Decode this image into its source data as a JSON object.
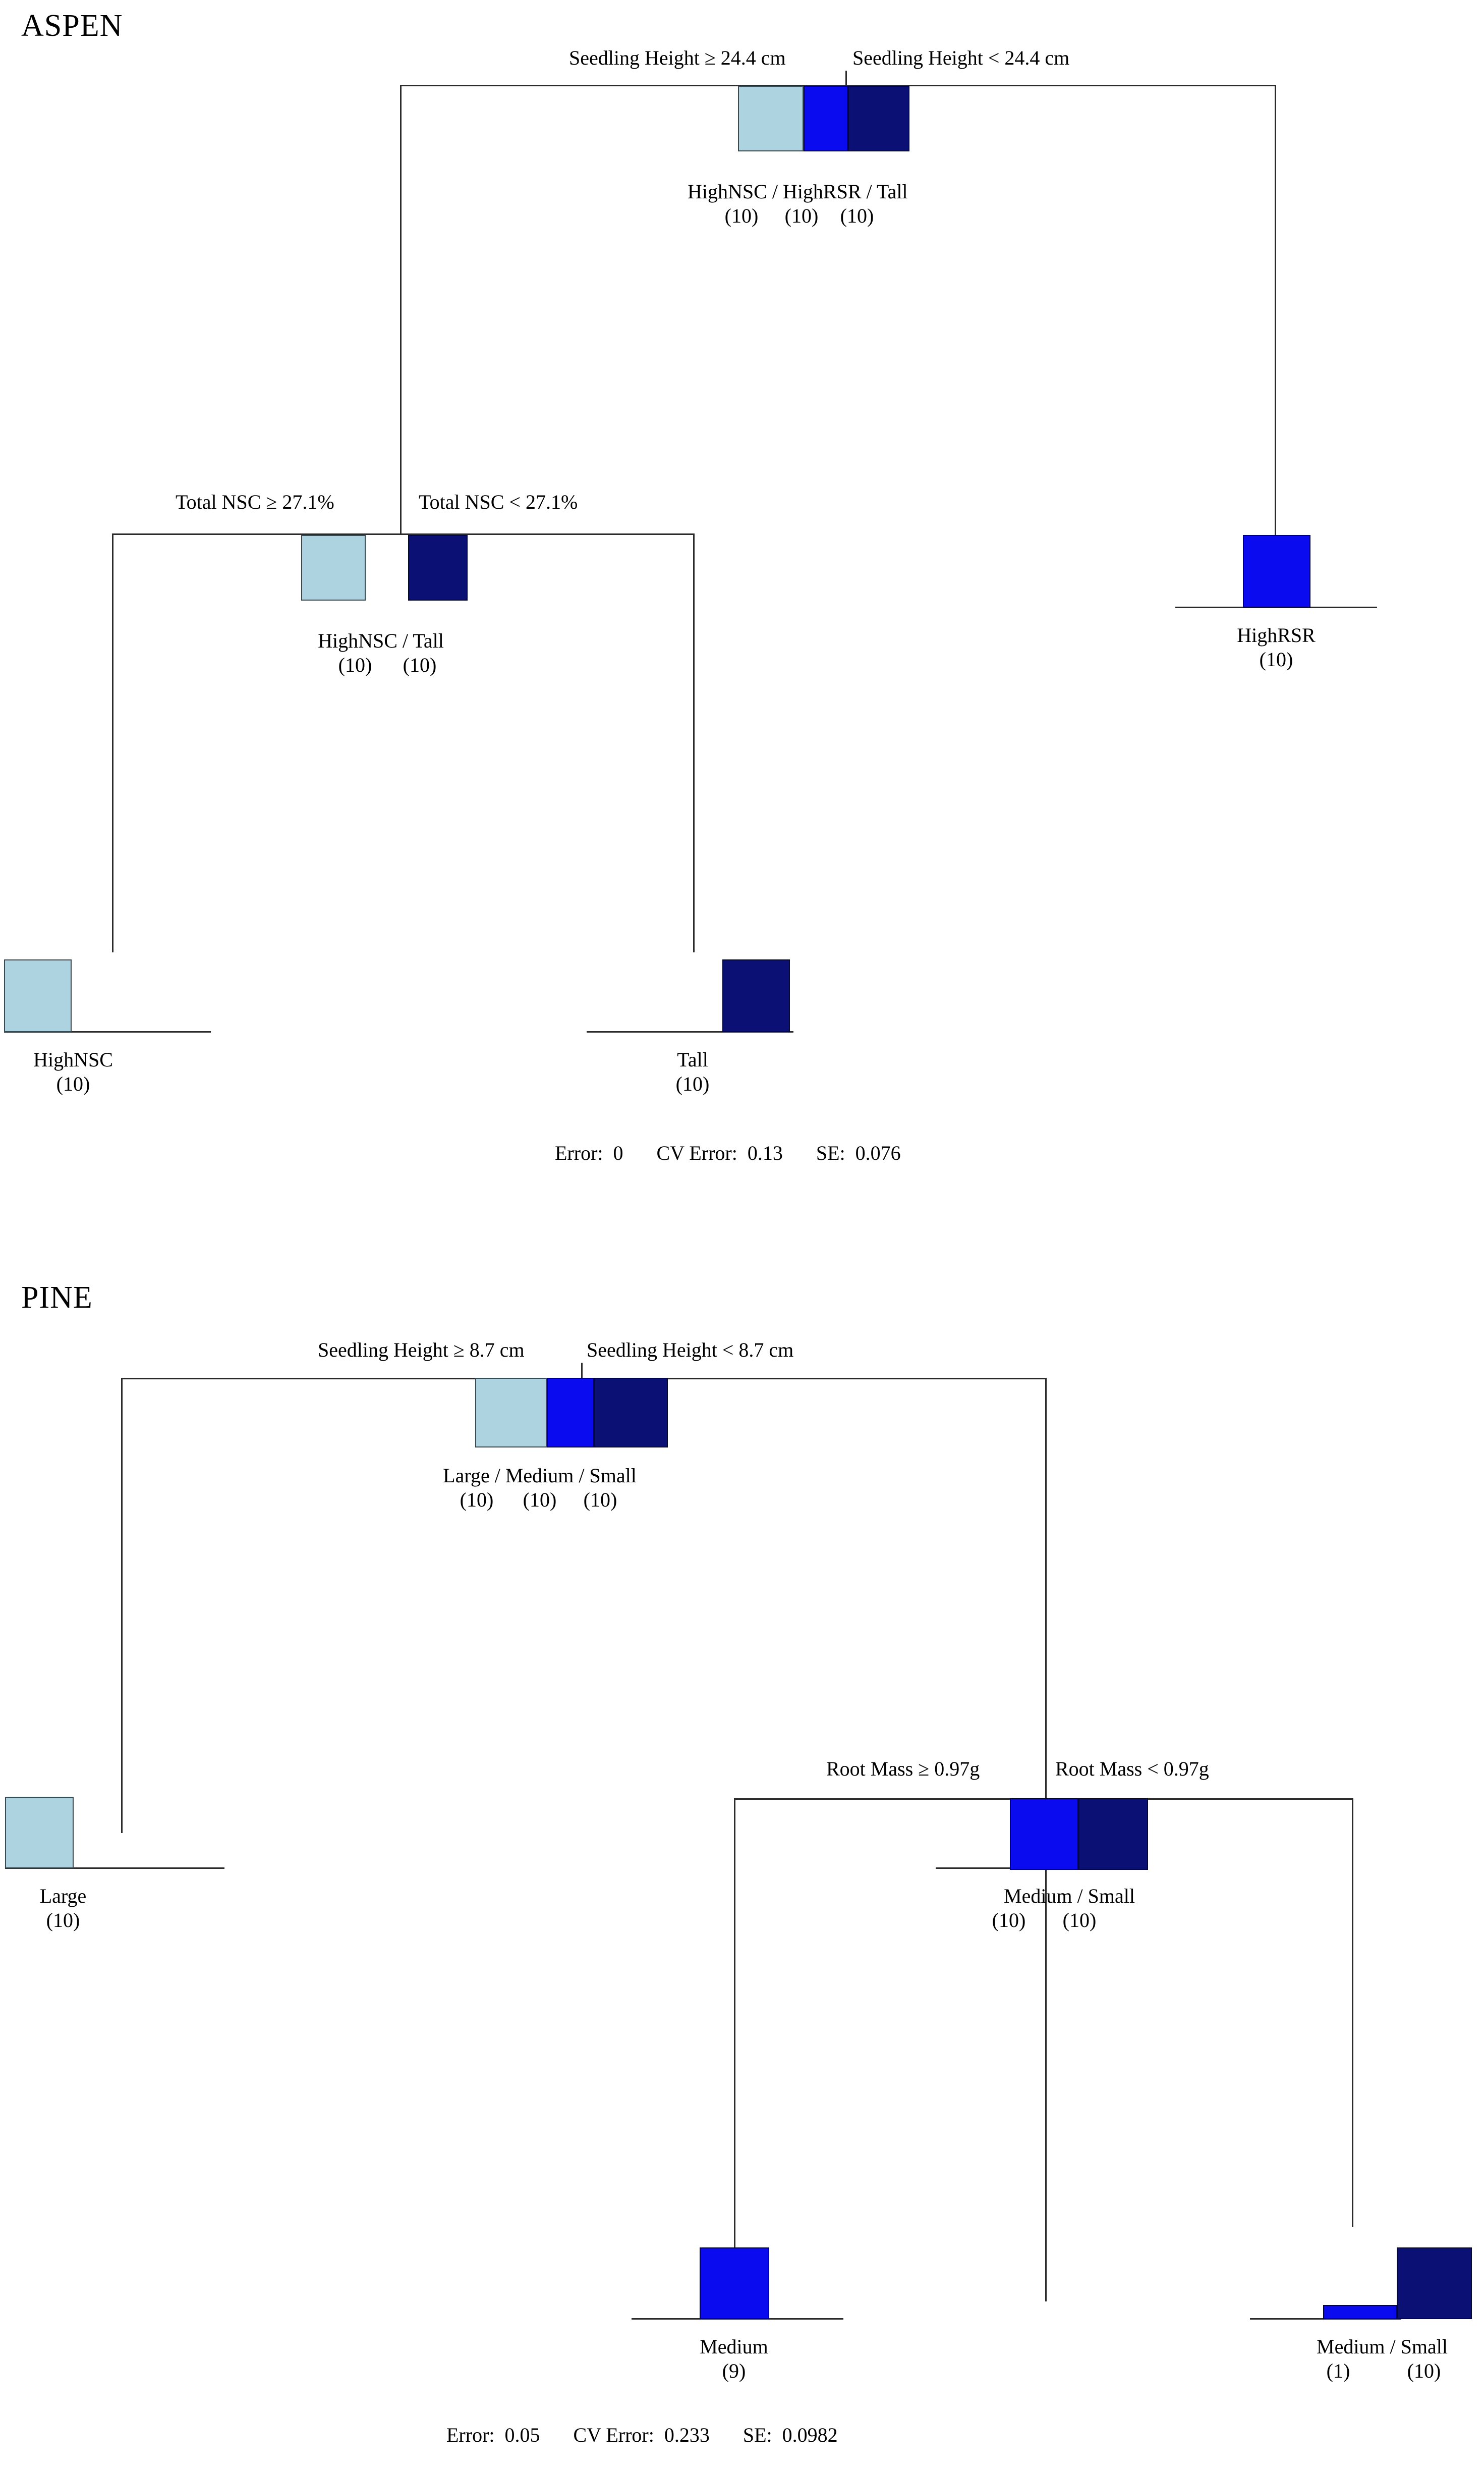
{
  "chart_data": {
    "type": "table",
    "title": "Classification and Regression Tree (CART) diagrams for Aspen and Pine seedling groups",
    "trees": [
      {
        "name": "ASPEN",
        "classes": [
          "HighNSC",
          "HighRSR",
          "Tall"
        ],
        "class_colors": [
          "#ADD3E0",
          "#0B0BEF",
          "#0B1075"
        ],
        "nodes": [
          {
            "id": "aspen-root",
            "label": "HighNSC / HighRSR / Tall",
            "counts": [
              "(10)",
              "(10)",
              "(10)"
            ],
            "values": [
              10,
              10,
              10
            ],
            "bars": [
              {
                "class": "HighNSC",
                "color": "#ADD3E0",
                "value": 10
              },
              {
                "class": "HighRSR",
                "color": "#0B0BEF",
                "value": 10
              },
              {
                "class": "Tall",
                "color": "#0B1075",
                "value": 10
              }
            ],
            "split_left": "Seedling Height ≥ 24.4 cm",
            "split_right": "Seedling Height < 24.4 cm"
          },
          {
            "id": "aspen-left",
            "label": "HighNSC / Tall",
            "counts": [
              "(10)",
              "(10)"
            ],
            "values": [
              10,
              0,
              10
            ],
            "bars": [
              {
                "class": "HighNSC",
                "color": "#ADD3E0",
                "value": 10
              },
              {
                "class": "HighRSR",
                "color": "#ffffff",
                "value": 0
              },
              {
                "class": "Tall",
                "color": "#0B1075",
                "value": 10
              }
            ],
            "split_left": "Total NSC ≥ 27.1%",
            "split_right": "Total NSC < 27.1%"
          },
          {
            "id": "aspen-leaf-highnsc",
            "label": "HighNSC",
            "counts": [
              "(10)"
            ],
            "values": [
              10,
              0,
              0
            ],
            "bars": [
              {
                "class": "HighNSC",
                "color": "#ADD3E0",
                "value": 10
              }
            ]
          },
          {
            "id": "aspen-leaf-tall",
            "label": "Tall",
            "counts": [
              "(10)"
            ],
            "values": [
              0,
              0,
              10
            ],
            "bars": [
              {
                "class": "Tall",
                "color": "#0B1075",
                "value": 10
              }
            ]
          },
          {
            "id": "aspen-leaf-highrsr",
            "label": "HighRSR",
            "counts": [
              "(10)"
            ],
            "values": [
              0,
              10,
              0
            ],
            "bars": [
              {
                "class": "HighRSR",
                "color": "#0B0BEF",
                "value": 10
              }
            ]
          }
        ],
        "stats": {
          "error_label": "Error:",
          "error_value": "0",
          "cv_error_label": "CV Error:",
          "cv_error_value": "0.13",
          "se_label": "SE:",
          "se_value": "0.076"
        }
      },
      {
        "name": "PINE",
        "classes": [
          "Large",
          "Medium",
          "Small"
        ],
        "class_colors": [
          "#ADD3E0",
          "#0B0BEF",
          "#0B1075"
        ],
        "nodes": [
          {
            "id": "pine-root",
            "label": "Large / Medium / Small",
            "counts": [
              "(10)",
              "(10)",
              "(10)"
            ],
            "values": [
              10,
              10,
              10
            ],
            "bars": [
              {
                "class": "Large",
                "color": "#ADD3E0",
                "value": 10
              },
              {
                "class": "Medium",
                "color": "#0B0BEF",
                "value": 10
              },
              {
                "class": "Small",
                "color": "#0B1075",
                "value": 10
              }
            ],
            "split_left": "Seedling Height ≥ 8.7 cm",
            "split_right": "Seedling Height < 8.7 cm"
          },
          {
            "id": "pine-leaf-large",
            "label": "Large",
            "counts": [
              "(10)"
            ],
            "values": [
              10,
              0,
              0
            ],
            "bars": [
              {
                "class": "Large",
                "color": "#ADD3E0",
                "value": 10
              }
            ]
          },
          {
            "id": "pine-right",
            "label": "Medium / Small",
            "counts": [
              "(10)",
              "(10)"
            ],
            "values": [
              0,
              10,
              10
            ],
            "bars": [
              {
                "class": "Medium",
                "color": "#0B0BEF",
                "value": 10
              },
              {
                "class": "Small",
                "color": "#0B1075",
                "value": 10
              }
            ],
            "split_left": "Root Mass ≥ 0.97g",
            "split_right": "Root Mass < 0.97g"
          },
          {
            "id": "pine-leaf-medium",
            "label": "Medium",
            "counts": [
              "(9)"
            ],
            "values": [
              0,
              9,
              0
            ],
            "bars": [
              {
                "class": "Medium",
                "color": "#0B0BEF",
                "value": 9
              }
            ]
          },
          {
            "id": "pine-leaf-medium-small",
            "label": "Medium / Small",
            "counts": [
              "(1)",
              "(10)"
            ],
            "values": [
              0,
              1,
              10
            ],
            "bars": [
              {
                "class": "Medium",
                "color": "#0B0BEF",
                "value": 1
              },
              {
                "class": "Small",
                "color": "#0B1075",
                "value": 10
              }
            ]
          }
        ],
        "stats": {
          "error_label": "Error:",
          "error_value": "0.05",
          "cv_error_label": "CV Error:",
          "cv_error_value": "0.233",
          "se_label": "SE:",
          "se_value": "0.0982"
        }
      }
    ]
  },
  "aspen": {
    "title": "ASPEN",
    "root": {
      "split_left": "Seedling Height ≥ 24.4 cm",
      "split_right": "Seedling Height < 24.4 cm",
      "label": "HighNSC / HighRSR / Tall",
      "count1": "(10)",
      "count2": "(10)",
      "count3": "(10)"
    },
    "left_node": {
      "split_left": "Total NSC ≥ 27.1%",
      "split_right": "Total NSC < 27.1%",
      "label": "HighNSC / Tall",
      "count1": "(10)",
      "count2": "(10)"
    },
    "leaf_highnsc": {
      "label": "HighNSC",
      "count1": "(10)"
    },
    "leaf_tall": {
      "label": "Tall",
      "count1": "(10)"
    },
    "leaf_highrsr": {
      "label": "HighRSR",
      "count1": "(10)"
    },
    "stats": {
      "error_label": "Error:",
      "error_value": "0",
      "cv_label": "CV Error:",
      "cv_value": "0.13",
      "se_label": "SE:",
      "se_value": "0.076"
    }
  },
  "pine": {
    "title": "PINE",
    "root": {
      "split_left": "Seedling Height ≥ 8.7 cm",
      "split_right": "Seedling Height < 8.7 cm",
      "label": "Large / Medium / Small",
      "count1": "(10)",
      "count2": "(10)",
      "count3": "(10)"
    },
    "right_node": {
      "split_left": "Root Mass ≥ 0.97g",
      "split_right": "Root Mass < 0.97g",
      "label": "Medium / Small",
      "count1": "(10)",
      "count2": "(10)"
    },
    "leaf_large": {
      "label": "Large",
      "count1": "(10)"
    },
    "leaf_medium": {
      "label": "Medium",
      "count1": "(9)"
    },
    "leaf_medium_small": {
      "label": "Medium / Small",
      "count1": "(1)",
      "count2": "(10)"
    },
    "stats": {
      "error_label": "Error:",
      "error_value": "0.05",
      "cv_label": "CV Error:",
      "cv_value": "0.233",
      "se_label": "SE:",
      "se_value": "0.0982"
    }
  }
}
